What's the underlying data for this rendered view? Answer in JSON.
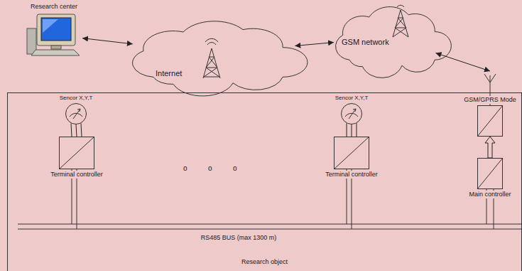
{
  "diagram": {
    "nodes": [
      {
        "text": [
          "Research center"
        ]
      },
      {
        "text": [
          "Internet"
        ]
      },
      {
        "text": [
          "GSM network"
        ]
      },
      {
        "text": [
          "Research object"
        ]
      },
      {
        "text": [
          "Sencor X,Y,T"
        ],
        "in": 3
      },
      {
        "text": [
          "Terminal controller"
        ],
        "in": 3
      },
      {
        "text": [
          "Sencor X,Y,T"
        ],
        "in": 3
      },
      {
        "text": [
          "Terminal controller"
        ],
        "in": 3
      },
      {
        "text": [
          "GSM/GPRS Mode"
        ],
        "in": 3
      },
      {
        "text": [
          "Main controller"
        ],
        "in": 3
      }
    ],
    "edges": [
      {
        "from": 0,
        "to": 1,
        "arrow": "both"
      },
      {
        "from": 1,
        "to": 2,
        "arrow": "both"
      },
      {
        "from": 2,
        "to": 8,
        "arrow": "both"
      },
      {
        "from": 4,
        "to": 5,
        "arrow": "none"
      },
      {
        "from": 6,
        "to": 7,
        "arrow": "none"
      },
      {
        "from": 9,
        "to": 8,
        "arrow": "to"
      }
    ],
    "labels": [
      "o",
      "o",
      "o",
      "RS485 BUS (max 1300 m)"
    ]
  }
}
